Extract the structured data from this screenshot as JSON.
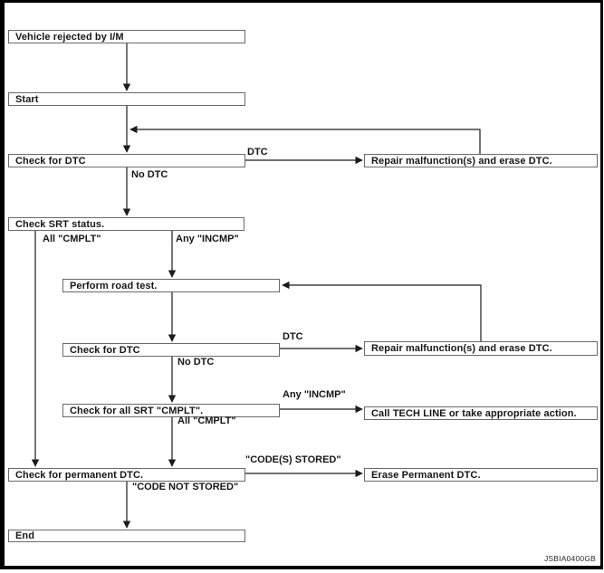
{
  "figure": {
    "code": "JSBIA0400GB"
  },
  "colors": {
    "background": "#ffffff",
    "frame": "#000000",
    "box_border": "#6a6a6a",
    "line": "#1c1c1c",
    "text": "#161616"
  },
  "nodes": {
    "vehicle_rejected": {
      "label": "Vehicle rejected by I/M"
    },
    "start": {
      "label": "Start"
    },
    "check_dtc_1": {
      "label": "Check for DTC"
    },
    "repair_1": {
      "label": "Repair malfunction(s) and erase DTC."
    },
    "check_srt": {
      "label": "Check SRT status."
    },
    "road_test": {
      "label": "Perform road test."
    },
    "check_dtc_2": {
      "label": "Check for DTC"
    },
    "repair_2": {
      "label": "Repair malfunction(s) and erase DTC."
    },
    "check_all_srt": {
      "label": "Check for all SRT \"CMPLT\"."
    },
    "call_tech_line": {
      "label": "Call TECH LINE or take appropriate action."
    },
    "check_permanent": {
      "label": "Check for permanent DTC."
    },
    "erase_permanent": {
      "label": "Erase Permanent DTC."
    },
    "end": {
      "label": "End"
    }
  },
  "edge_labels": {
    "dtc_1": "DTC",
    "no_dtc_1": "No DTC",
    "all_cmplt_1": "All \"CMPLT\"",
    "any_incmp_1": "Any \"INCMP\"",
    "dtc_2": "DTC",
    "no_dtc_2": "No DTC",
    "any_incmp_2": "Any \"INCMP\"",
    "all_cmplt_2": "All \"CMPLT\"",
    "codes_stored": "\"CODE(S) STORED\"",
    "code_not_stored": "\"CODE NOT STORED\""
  }
}
